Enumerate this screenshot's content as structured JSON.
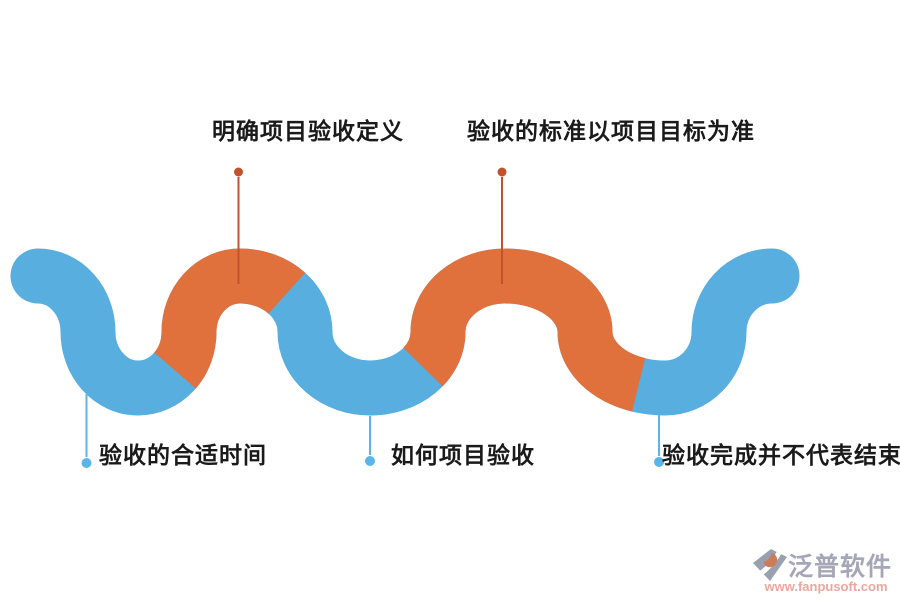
{
  "diagram": {
    "top_labels": [
      "明确项目验收定义",
      "验收的标准以项目目标为准"
    ],
    "bottom_labels": [
      "验收的合适时间",
      "如何项目验收",
      "验收完成并不代表结束"
    ]
  },
  "watermark": {
    "brand": "泛普软件",
    "url": "www.fanpusoft.com"
  },
  "colors": {
    "ribbon_blue": "#58AEDF",
    "ribbon_orange": "#E0703C",
    "marker_orange": "#C0532B",
    "marker_blue": "#5CB5E8",
    "label_text": "#1A1A1A",
    "brand_text": "#A7A5B8",
    "brand_url": "#ECA69D",
    "brand_icon_gray": "#99A1B0",
    "brand_icon_accent": "#CC7C59"
  }
}
